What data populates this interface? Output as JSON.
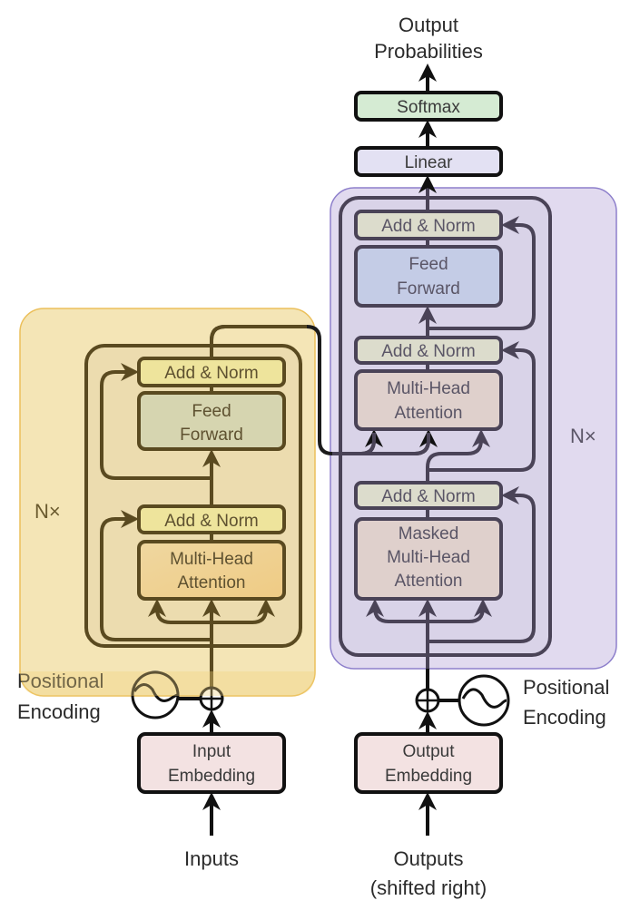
{
  "title": "Transformer model architecture",
  "colors": {
    "encoder_outer_fill": "#f4e5b6",
    "encoder_outer_border": "#ebbf5a",
    "encoder_inner_fill": "#ecdcaf",
    "encoder_line": "#5a4a20",
    "encoder_addnorm_fill": "#eee49c",
    "encoder_ff_fill": "#d6d5b0",
    "encoder_mha_fill": "#efd18f",
    "decoder_outer_fill": "#e1daef",
    "decoder_outer_border": "#8d7fcb",
    "decoder_inner_fill": "#d9d3e8",
    "decoder_line": "#4a4357",
    "decoder_addnorm_fill": "#dcdccc",
    "decoder_ff_fill": "#c4cce6",
    "decoder_mha_fill": "#dfd0cc",
    "linear_fill": "#e3e1f3",
    "softmax_fill": "#d5ebd3",
    "embedding_fill": "#f3e2e2"
  },
  "top": {
    "output_label_line1": "Output",
    "output_label_line2": "Probabilities",
    "softmax": "Softmax",
    "linear": "Linear"
  },
  "encoder": {
    "repeat_label": "N×",
    "add_norm_upper": "Add & Norm",
    "feed_forward": [
      "Feed",
      "Forward"
    ],
    "add_norm_lower": "Add & Norm",
    "multi_head_attention": [
      "Multi-Head",
      "Attention"
    ],
    "positional_encoding": [
      "Positional",
      "Encoding"
    ],
    "embedding": [
      "Input",
      "Embedding"
    ],
    "input_label": "Inputs"
  },
  "decoder": {
    "repeat_label": "N×",
    "add_norm_top": "Add & Norm",
    "feed_forward": [
      "Feed",
      "Forward"
    ],
    "add_norm_middle": "Add & Norm",
    "multi_head_attention": [
      "Multi-Head",
      "Attention"
    ],
    "add_norm_bottom": "Add & Norm",
    "masked_multi_head_attention": [
      "Masked",
      "Multi-Head",
      "Attention"
    ],
    "positional_encoding": [
      "Positional",
      "Encoding"
    ],
    "embedding": [
      "Output",
      "Embedding"
    ],
    "output_label_line1": "Outputs",
    "output_label_line2": "(shifted right)"
  }
}
